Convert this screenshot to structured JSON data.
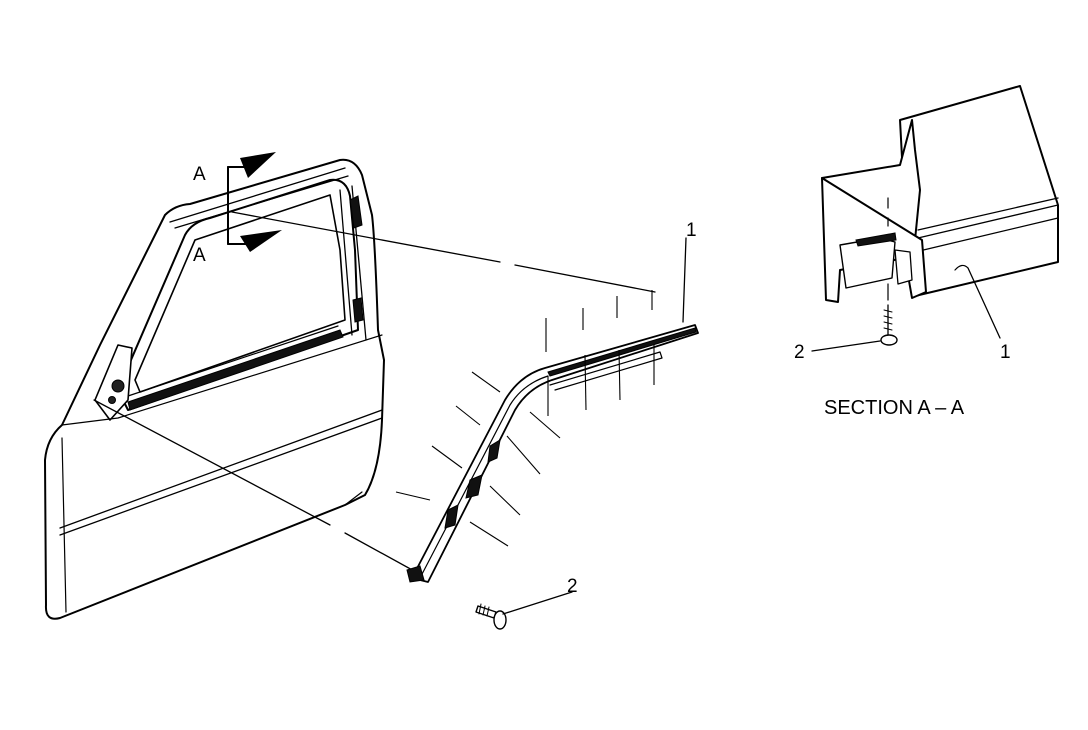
{
  "labels": {
    "section_letter_top": "A",
    "section_letter_bottom": "A",
    "callout_1_main": "1",
    "callout_2_main": "2",
    "callout_1_section": "1",
    "callout_2_section": "2",
    "section_caption": "SECTION A – A"
  },
  "icons": [
    "arrow-icon",
    "screw-icon"
  ]
}
